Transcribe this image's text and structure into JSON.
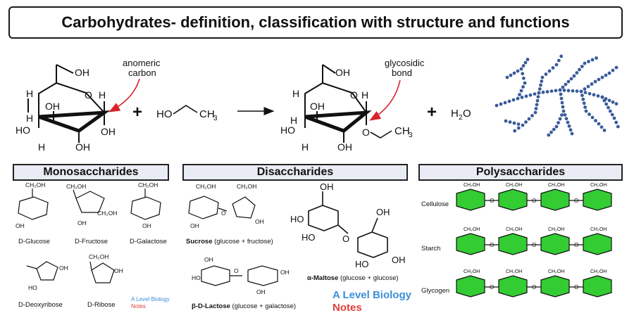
{
  "title": "Carbohydrates- definition, classification with structure and functions",
  "top_reaction": {
    "anomeric_label_1": "anomeric",
    "anomeric_label_2": "carbon",
    "plus_1": "+",
    "ethanol_ho": "HO",
    "ethanol_ch3": "CH",
    "ethanol_sub": "3",
    "plus_2": "+",
    "water": "H",
    "water_sub": "2",
    "water_o": "O",
    "glycosidic_label_1": "glycosidic",
    "glycosidic_label_2": "bond",
    "product_ch3": "CH",
    "product_sub": "3"
  },
  "ring_labels": {
    "oh": "OH",
    "ho": "HO",
    "h": "H",
    "o": "O",
    "ch2oh": "CH₂OH"
  },
  "sections": {
    "mono": "Monosaccharides",
    "di": "Disaccharides",
    "poly": "Polysaccharides"
  },
  "monosaccharides": [
    "D-Glucose",
    "D-Fructose",
    "D-Galactose",
    "D-Deoxyribose",
    "D-Ribose"
  ],
  "disaccharides": {
    "sucrose_bold": "Sucrose",
    "sucrose_rest": " (glucose + fructose)",
    "maltose_bold": "α-Maltose",
    "maltose_rest": " (glucose + glucose)",
    "lactose_bold": "β-D-Lactose",
    "lactose_rest": " (glucose + galactose)"
  },
  "polysaccharides": [
    "Cellulose",
    "Starch",
    "Glycogen"
  ],
  "watermark": {
    "line1": "A Level Biology",
    "line2": "Notes"
  },
  "colors": {
    "glucose_ring_fill": "#33cc33",
    "arrow_red": "#d9222a",
    "glycogen_dot": "#3a5a9a",
    "section_bg": "#e9ecf4",
    "watermark_blue": "#3b8fd6",
    "watermark_red": "#e0413c"
  }
}
